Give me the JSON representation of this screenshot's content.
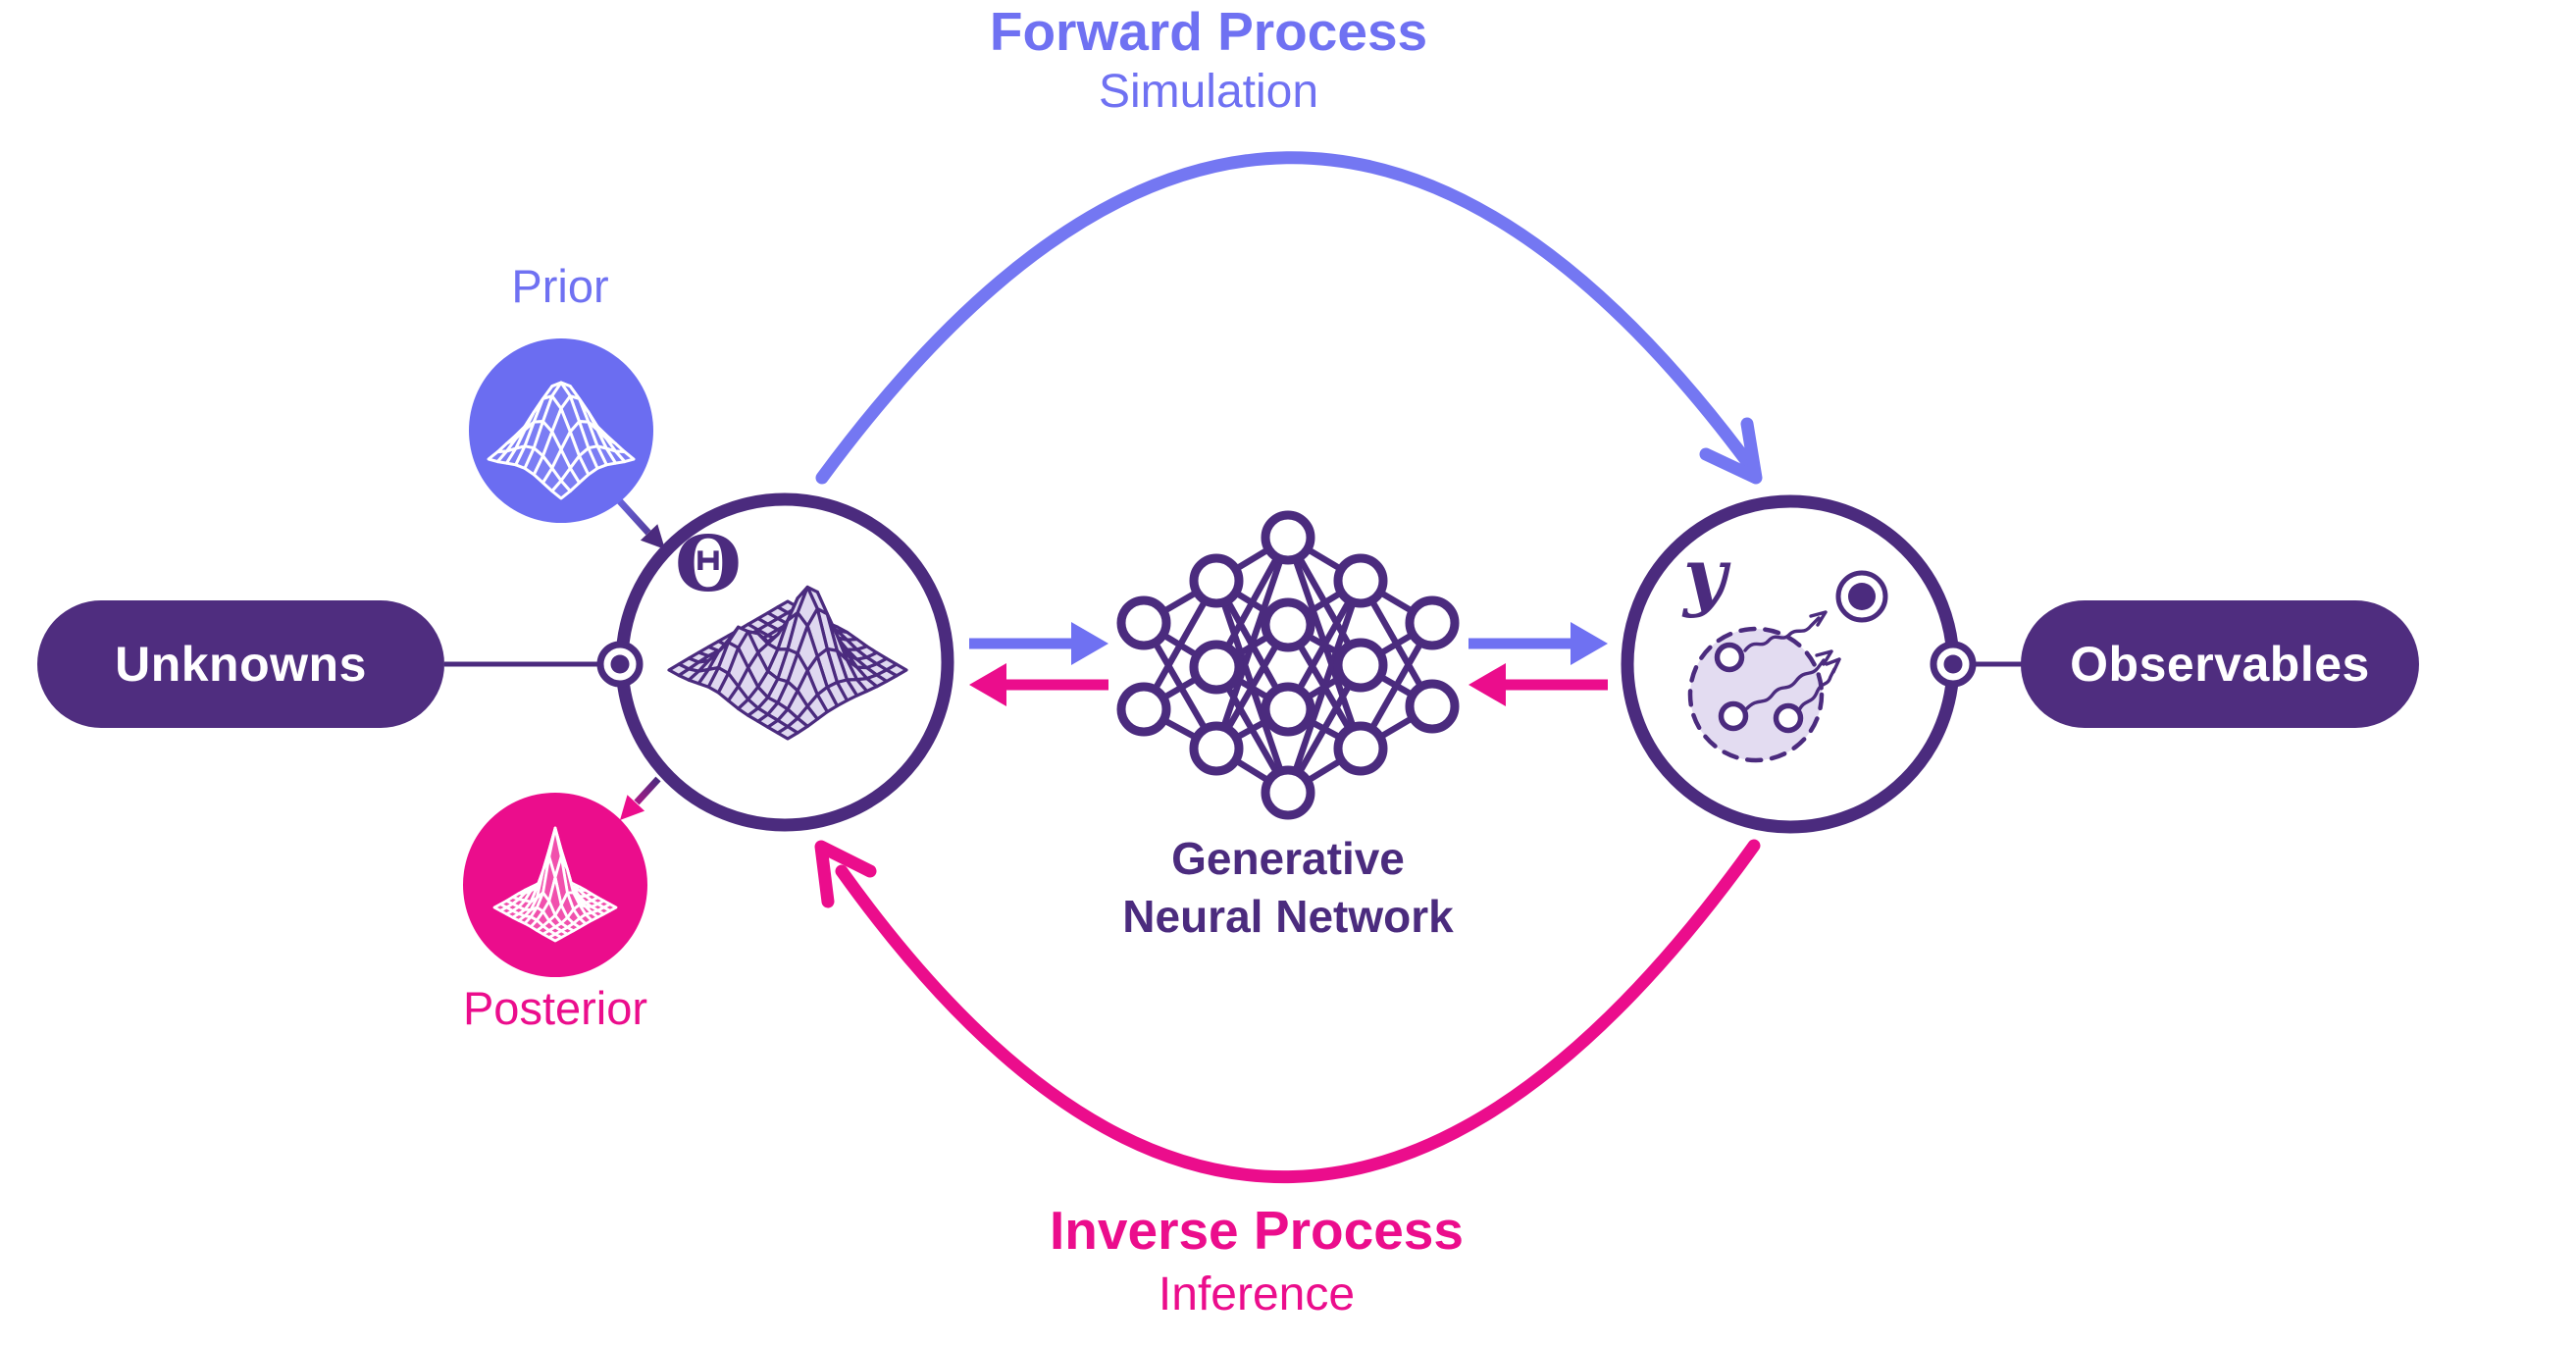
{
  "forward": {
    "title": "Forward Process",
    "subtitle": "Simulation"
  },
  "inverse": {
    "title": "Inverse Process",
    "subtitle": "Inference"
  },
  "prior": {
    "label": "Prior"
  },
  "posterior": {
    "label": "Posterior"
  },
  "unknowns": {
    "label": "Unknowns"
  },
  "observables": {
    "label": "Observables"
  },
  "network": {
    "line1": "Generative",
    "line2": "Neural Network"
  },
  "symbols": {
    "theta": "Θ",
    "y": "y"
  },
  "icons": {
    "prior_icon": "prior-distribution-surface-icon",
    "posterior_icon": "posterior-distribution-surface-icon",
    "theta_icon": "parameter-landscape-surface-icon",
    "network_icon": "neural-network-icon",
    "observation_icon": "observation-scatter-target-icon",
    "connector_icon": "circled-dot-connector-icon"
  },
  "colors": {
    "forward_blue": "#6F71F2",
    "inverse_pink": "#EB0D8C",
    "outline_purple": "#4B2B7E",
    "pill_purple": "#4F2D7F",
    "surface_lavender": "#DFD8F0"
  }
}
